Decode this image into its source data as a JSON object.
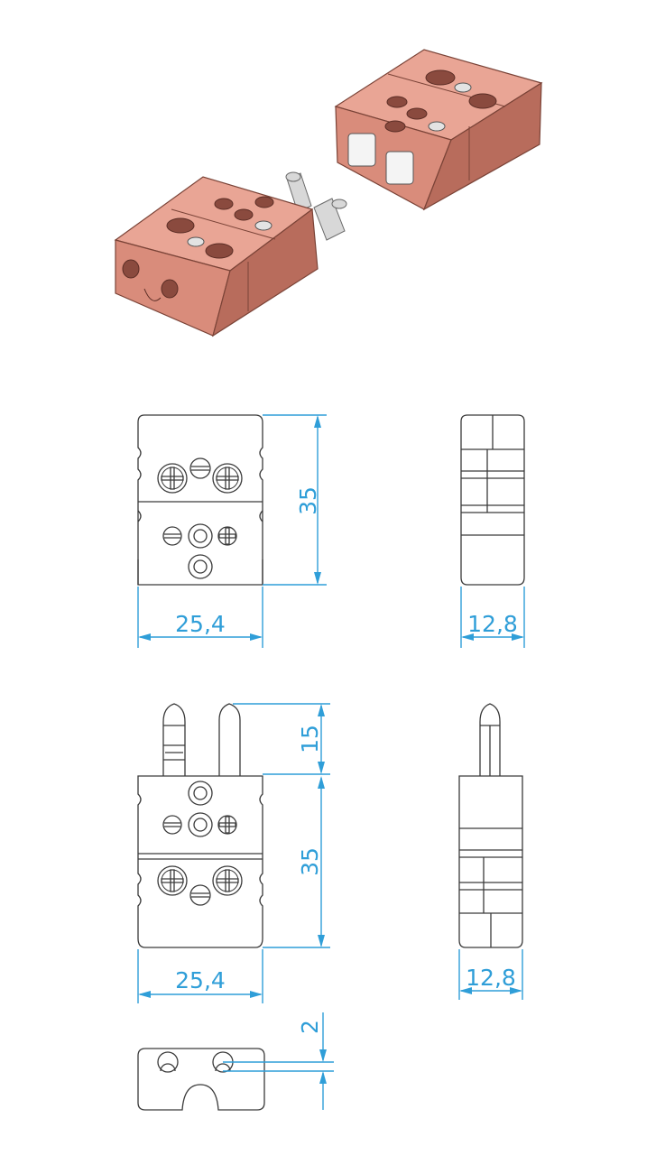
{
  "colors": {
    "dimension": "#2f9ed8",
    "body": "#d98c7b",
    "body_dark": "#b86c5c",
    "body_light": "#e9a595"
  },
  "dimensions": {
    "top_height": "35",
    "top_width": "25,4",
    "top_side_width": "12,8",
    "pin_length": "15",
    "bottom_height": "35",
    "bottom_width": "25,4",
    "bottom_side_width": "12,8",
    "pin_offset": "2"
  }
}
